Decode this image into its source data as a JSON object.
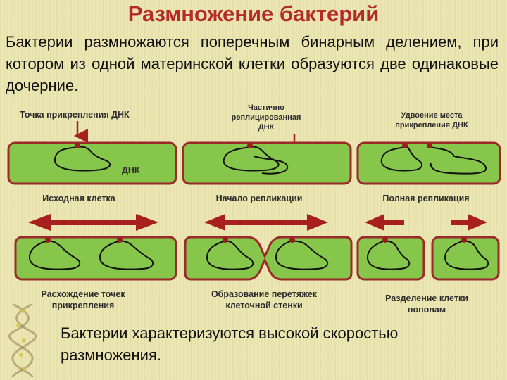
{
  "title": "Размножение бактерий",
  "intro": "Бактерии размножаются поперечным бинарным делением, при котором из одной материнской клетки образуются две одинаковые дочерние.",
  "outro_line1": "Бактерии характеризуются высокой скоростью",
  "outro_line2": "размножения.",
  "labels": {
    "attach_point": "Точка прикрепления ДНК",
    "partial_1": "Частично",
    "partial_2": "реплицированная",
    "partial_3": "ДНК",
    "dup_1": "Удвоение места",
    "dup_2": "прикрепления ДНК",
    "dna": "ДНК",
    "original_cell": "Исходная клетка",
    "replication_start": "Начало репликации",
    "full_replication": "Полная репликация",
    "divergence_1": "Расхождение точек",
    "divergence_2": "прикрепления",
    "constriction_1": "Образование перетяжек",
    "constriction_2": "клеточной стенки",
    "separation_1": "Разделение клетки",
    "separation_2": "пополам"
  },
  "colors": {
    "title": "#b52a2a",
    "cell_fill": "#86c64a",
    "cell_border": "#9b2b2b",
    "arrow": "#a81f1f",
    "background": "#ebe6b2"
  }
}
